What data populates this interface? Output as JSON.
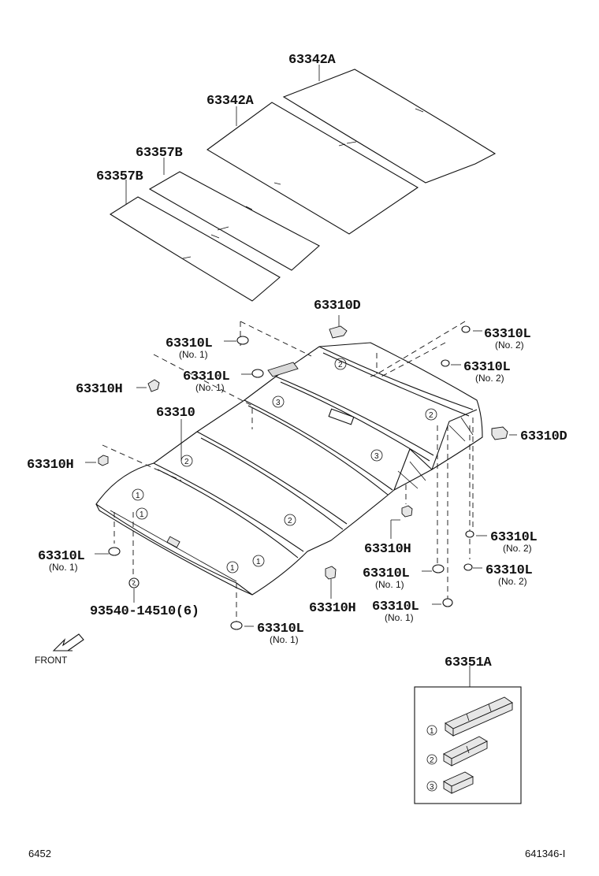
{
  "callouts": {
    "pad_a_upper": "63342A",
    "pad_a_lower": "63342A",
    "pad_b_upper": "63357B",
    "pad_b_lower": "63357B",
    "roof_main": "63310",
    "bracket_d_top": "63310D",
    "bracket_d_right": "63310D",
    "pad_l_top_left": "63310L",
    "pad_l_mid_left": "63310L",
    "pad_l_top_right": "63310L",
    "pad_l_mid_right": "63310L",
    "pad_l_front_left": "63310L",
    "pad_l_bottom_center": "63310L",
    "pad_l_rear_a": "63310L",
    "pad_l_rear_b": "63310L",
    "pad_l_rear_c": "63310L",
    "pad_l_rear_d": "63310L",
    "clip_h_left_top": "63310H",
    "clip_h_left_mid": "63310H",
    "clip_h_center_right": "63310H",
    "clip_h_bottom": "63310H",
    "screw": "93540-14510(6)",
    "kit": "63351A"
  },
  "sublabels": {
    "no1": "(No. 1)",
    "no2": "(No. 2)"
  },
  "markers": {
    "one": "1",
    "two": "2",
    "three": "3"
  },
  "front_label": "FRONT",
  "footer": {
    "left_code": "6452",
    "right_code": "641346-I"
  }
}
